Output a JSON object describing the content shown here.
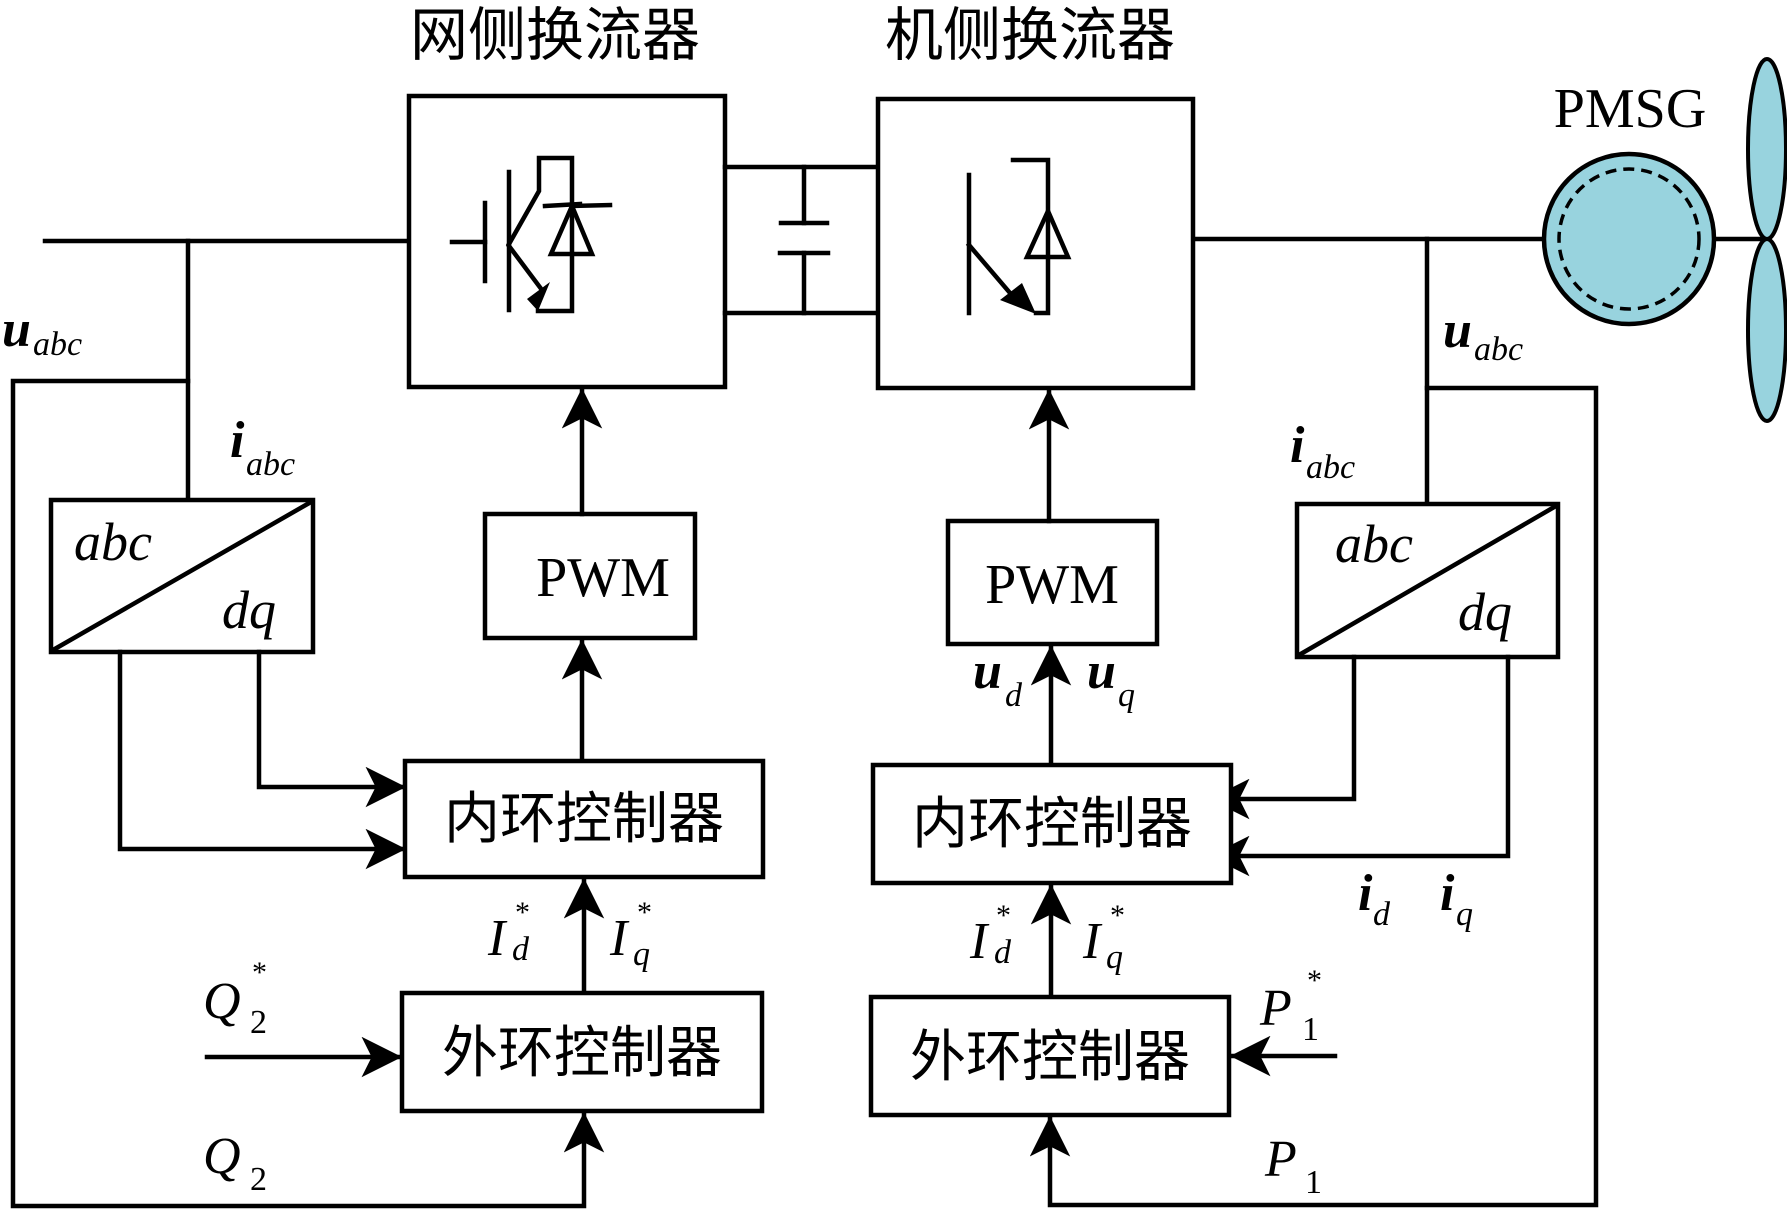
{
  "diagram": {
    "title": "PMSG wind turbine back-to-back converter control structure",
    "colors": {
      "generator_fill": "#98d3de",
      "line": "#000000",
      "background": "#ffffff"
    },
    "converters": {
      "grid_side": {
        "label": "网侧换流器"
      },
      "machine_side": {
        "label": "机侧换流器"
      }
    },
    "generator": {
      "label": "PMSG"
    },
    "grid_side": {
      "voltage_label": {
        "base": "u",
        "sub": "abc"
      },
      "current_label": {
        "base": "i",
        "sub": "abc"
      },
      "transform": {
        "top": "abc",
        "bottom": "dq"
      },
      "pwm": "PWM",
      "inner_controller": "内环控制器",
      "outer_controller": "外环控制器",
      "ref_d": {
        "base": "I",
        "sup": "*",
        "sub": "d"
      },
      "ref_q": {
        "base": "I",
        "sup": "*",
        "sub": "q"
      },
      "reactive_ref": {
        "base": "Q",
        "sup": "*",
        "sub": "2"
      },
      "reactive_meas": {
        "base": "Q",
        "sub": "2"
      }
    },
    "machine_side": {
      "voltage_label": {
        "base": "u",
        "sub": "abc"
      },
      "current_label": {
        "base": "i",
        "sub": "abc"
      },
      "transform": {
        "top": "abc",
        "bottom": "dq"
      },
      "pwm": "PWM",
      "ud": {
        "base": "u",
        "sub": "d"
      },
      "uq": {
        "base": "u",
        "sub": "q"
      },
      "inner_controller": "内环控制器",
      "outer_controller": "外环控制器",
      "ref_d": {
        "base": "I",
        "sup": "*",
        "sub": "d"
      },
      "ref_q": {
        "base": "I",
        "sup": "*",
        "sub": "q"
      },
      "id": {
        "base": "i",
        "sub": "d"
      },
      "iq": {
        "base": "i",
        "sub": "q"
      },
      "active_ref": {
        "base": "P",
        "sup": "*",
        "sub": "1"
      },
      "active_meas": {
        "base": "P",
        "sub": "1"
      }
    }
  }
}
